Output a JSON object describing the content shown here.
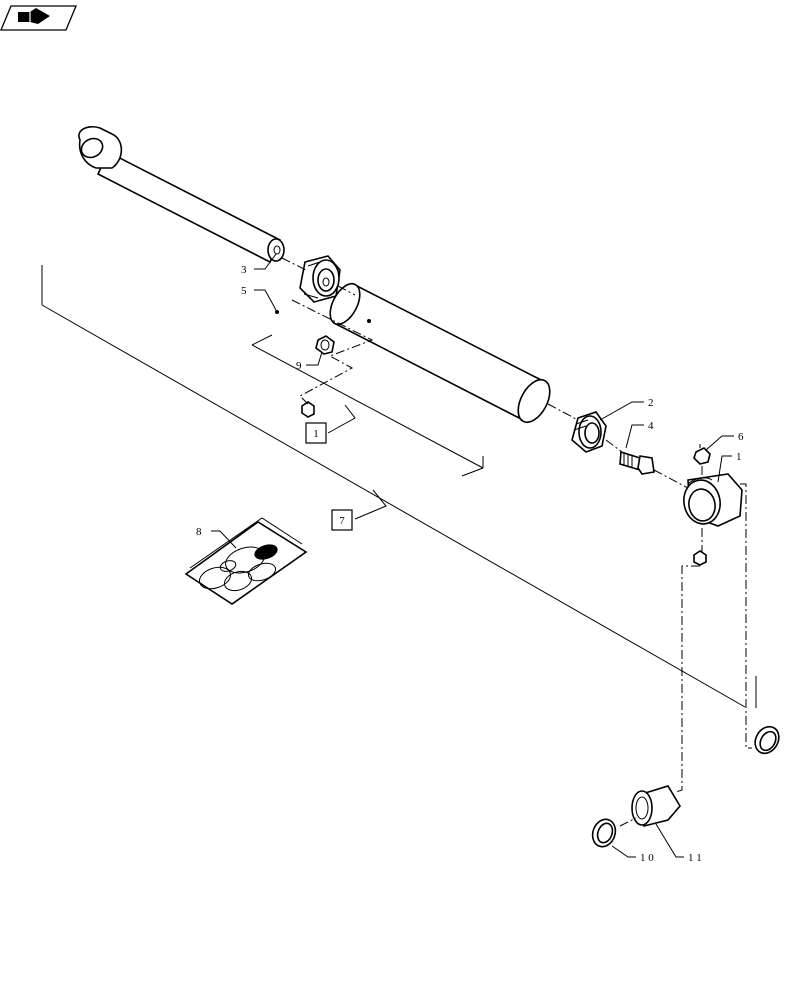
{
  "header": {
    "nav_icon": "forward-arrow-icon"
  },
  "callouts": [
    {
      "id": "callout-3",
      "label": "3"
    },
    {
      "id": "callout-5",
      "label": "5"
    },
    {
      "id": "callout-9",
      "label": "9"
    },
    {
      "id": "callout-2",
      "label": "2"
    },
    {
      "id": "callout-4",
      "label": "4"
    },
    {
      "id": "callout-6",
      "label": "6"
    },
    {
      "id": "callout-1",
      "label": "1"
    },
    {
      "id": "callout-8",
      "label": "8"
    },
    {
      "id": "callout-10",
      "label": "1 0"
    },
    {
      "id": "callout-11",
      "label": "1 1"
    }
  ],
  "boxed_callouts": [
    {
      "id": "boxed-callout-1",
      "label": "1"
    },
    {
      "id": "boxed-callout-7",
      "label": "7"
    }
  ],
  "colors": {
    "line": "#000000",
    "background": "#ffffff"
  }
}
